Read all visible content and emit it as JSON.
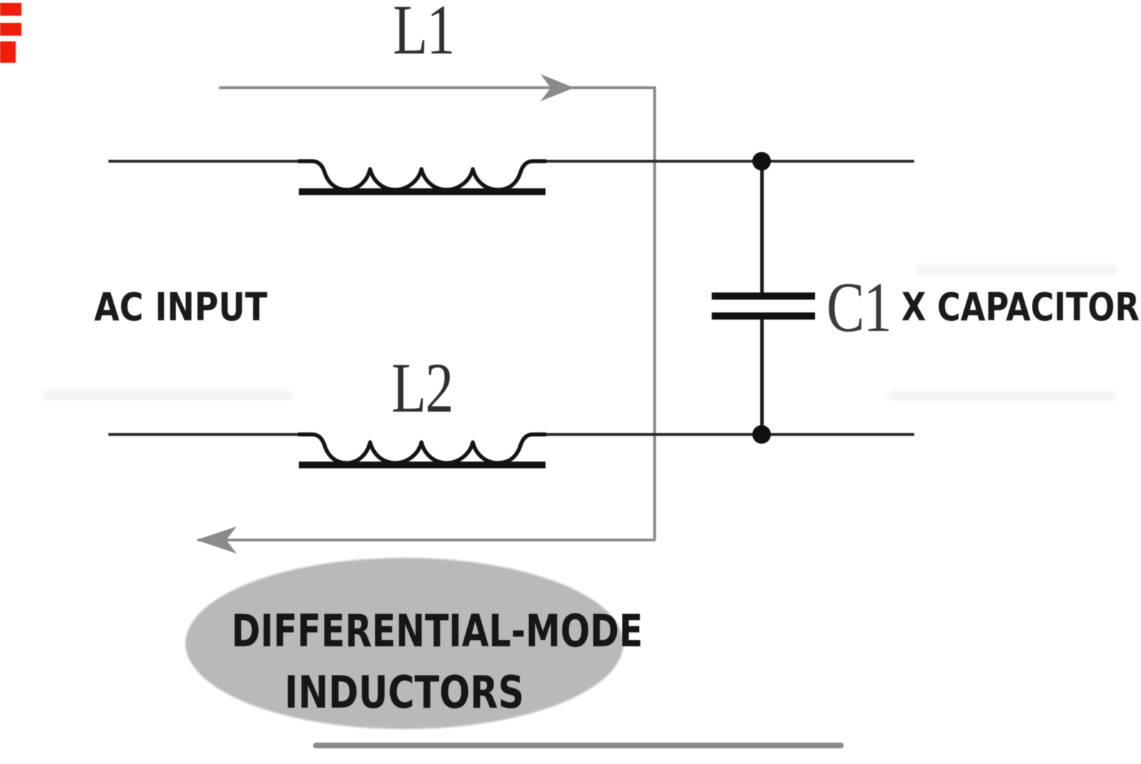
{
  "diagram": {
    "type": "emi-filter-circuit-schematic",
    "labels": {
      "inductor_top": "L1",
      "inductor_bottom": "L2",
      "capacitor": "C1",
      "capacitor_type": "X CAPACITOR",
      "input": "AC INPUT"
    },
    "callout": {
      "line1": "DIFFERENTIAL-MODE",
      "line2": "INDUCTORS",
      "fill_color": "#b9b9b9",
      "text_color": "#161616"
    },
    "icons": {
      "forward_current_arrow": "right-arrow-icon",
      "return_current_arrow": "left-arrow-icon"
    },
    "colors": {
      "wire": "#2b2b2b",
      "component_ink": "#101010",
      "flow_arrow": "#8a8a8a",
      "divider": "#8a8a8a",
      "edge_mark_red": "#ee1d0c",
      "background": "#ffffff"
    }
  }
}
